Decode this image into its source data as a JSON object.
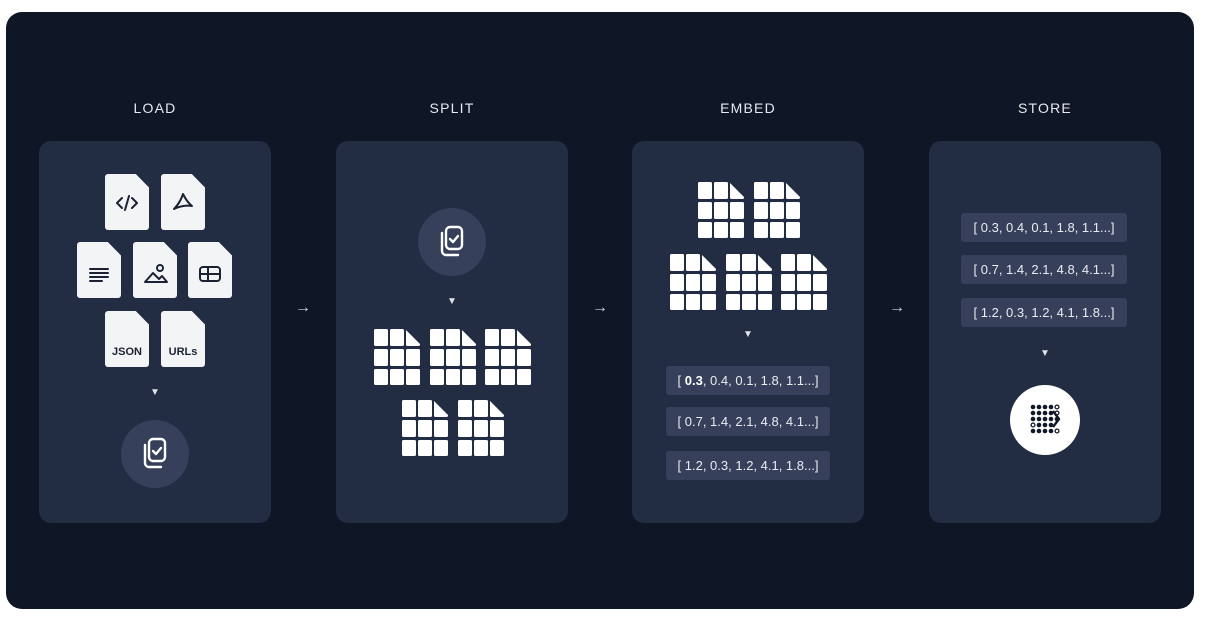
{
  "stages": [
    {
      "title": "LOAD"
    },
    {
      "title": "SPLIT"
    },
    {
      "title": "EMBED"
    },
    {
      "title": "STORE"
    }
  ],
  "load": {
    "file_labels": {
      "json": "JSON",
      "urls": "URLs"
    }
  },
  "arrow_symbol": "→",
  "triangle_symbol": "▼",
  "embed": {
    "vectors": [
      {
        "head": "0.3",
        "rest": ", 0.4, 0.1, 1.8, 1.1...]"
      },
      {
        "text": "[ 0.7, 1.4, 2.1, 4.8, 4.1...]"
      },
      {
        "text": "[ 1.2, 0.3, 1.2, 4.1, 1.8...]"
      }
    ]
  },
  "store": {
    "vectors": [
      {
        "text": "[ 0.3, 0.4, 0.1, 1.8, 1.1...]"
      },
      {
        "text": "[ 0.7, 1.4, 2.1, 4.8, 4.1...]"
      },
      {
        "text": "[ 1.2, 0.3, 1.2, 4.1, 1.8...]"
      }
    ]
  },
  "icons": {
    "code_file": "code-file-icon",
    "pdf_file": "pdf-file-icon",
    "text_file": "text-file-icon",
    "image_file": "image-file-icon",
    "table_file": "table-file-icon",
    "documents": "documents-icon",
    "chunk": "chunk-grid-icon",
    "vector_store": "vector-store-logo-icon"
  },
  "colors": {
    "background": "#0f1626",
    "panel": "#222c43",
    "chip": "#36405a",
    "text": "#e6e9ef"
  }
}
